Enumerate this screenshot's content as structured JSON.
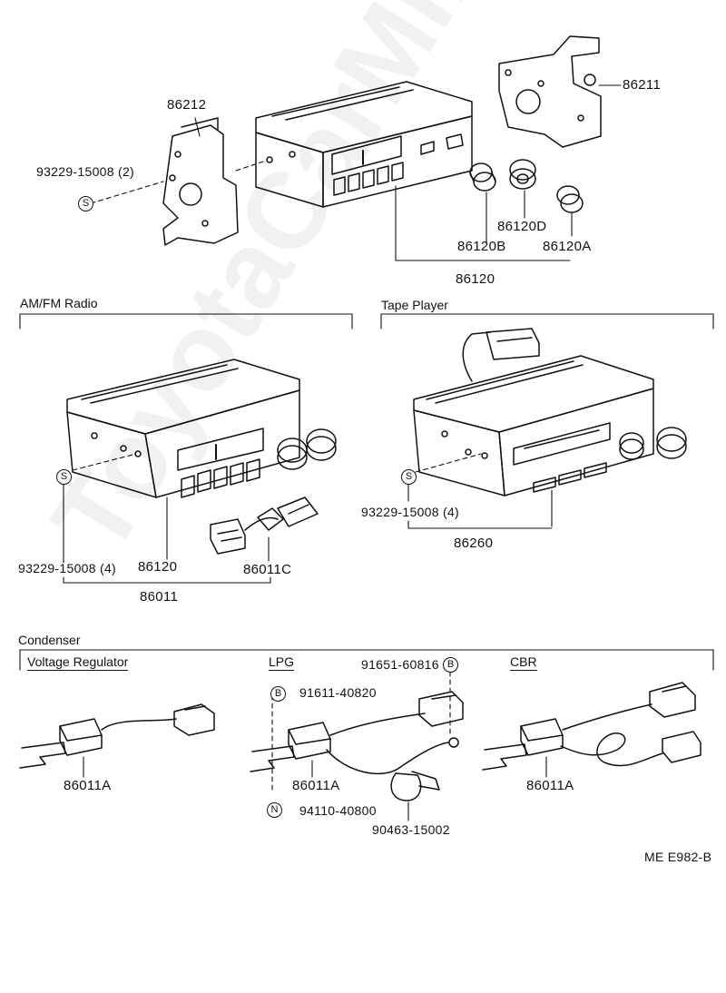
{
  "watermark": "ToyotaCarMile.ru",
  "drawing_id": "ME E982-B",
  "top": {
    "part_86212": "86212",
    "part_86211": "86211",
    "screw_label": "93229-15008 (2)",
    "symbol_s": "S",
    "part_86120D": "86120D",
    "part_86120B": "86120B",
    "part_86120A": "86120A",
    "part_86120": "86120"
  },
  "amfm": {
    "section_label": "AM/FM Radio",
    "symbol_s": "S",
    "screw_label": "93229-15008 (4)",
    "part_86120": "86120",
    "part_86011C": "86011C",
    "part_86011": "86011"
  },
  "tape": {
    "section_label": "Tape Player",
    "symbol_s": "S",
    "screw_label": "93229-15008 (4)",
    "part_86260": "86260"
  },
  "condenser": {
    "section_label": "Condenser",
    "voltage_regulator": {
      "label": "Voltage Regulator",
      "part": "86011A"
    },
    "lpg": {
      "label": "LPG",
      "bolt_symbol": "B",
      "bolt_part": "91611-40820",
      "bolt2_symbol": "B",
      "bolt2_part": "91651-60816",
      "nut_symbol": "N",
      "nut_part": "94110-40800",
      "clamp_part": "90463-15002",
      "part": "86011A"
    },
    "cbr": {
      "label": "CBR",
      "part": "86011A"
    }
  }
}
